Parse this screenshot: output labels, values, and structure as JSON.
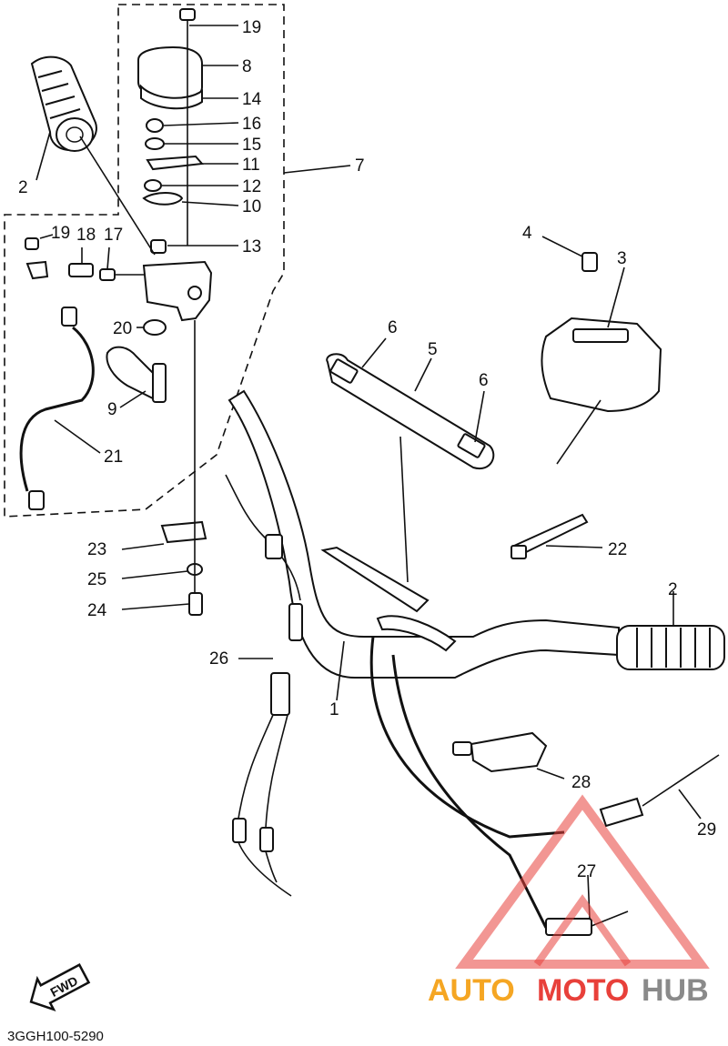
{
  "callouts": {
    "c19a": "19",
    "c8": "8",
    "c14": "14",
    "c16": "16",
    "c15": "15",
    "c11": "11",
    "c12": "12",
    "c10": "10",
    "c7": "7",
    "c13": "13",
    "c2a": "2",
    "c19b": "19",
    "c18": "18",
    "c17": "17",
    "c20": "20",
    "c9": "9",
    "c21": "21",
    "c4": "4",
    "c3": "3",
    "c6a": "6",
    "c5": "5",
    "c6b": "6",
    "c22": "22",
    "c23": "23",
    "c25": "25",
    "c24": "24",
    "c26": "26",
    "c1": "1",
    "c2b": "2",
    "c28": "28",
    "c29": "29",
    "c27": "27"
  },
  "fwd_label": "FWD",
  "diagram_code": "3GGH100-5290",
  "watermark": {
    "auto": "AUTO",
    "moto": "MOTO",
    "hub": "HUB",
    "color_orange": "#f5a623",
    "color_red": "#e8403a",
    "color_gray": "#8a8a8a"
  }
}
